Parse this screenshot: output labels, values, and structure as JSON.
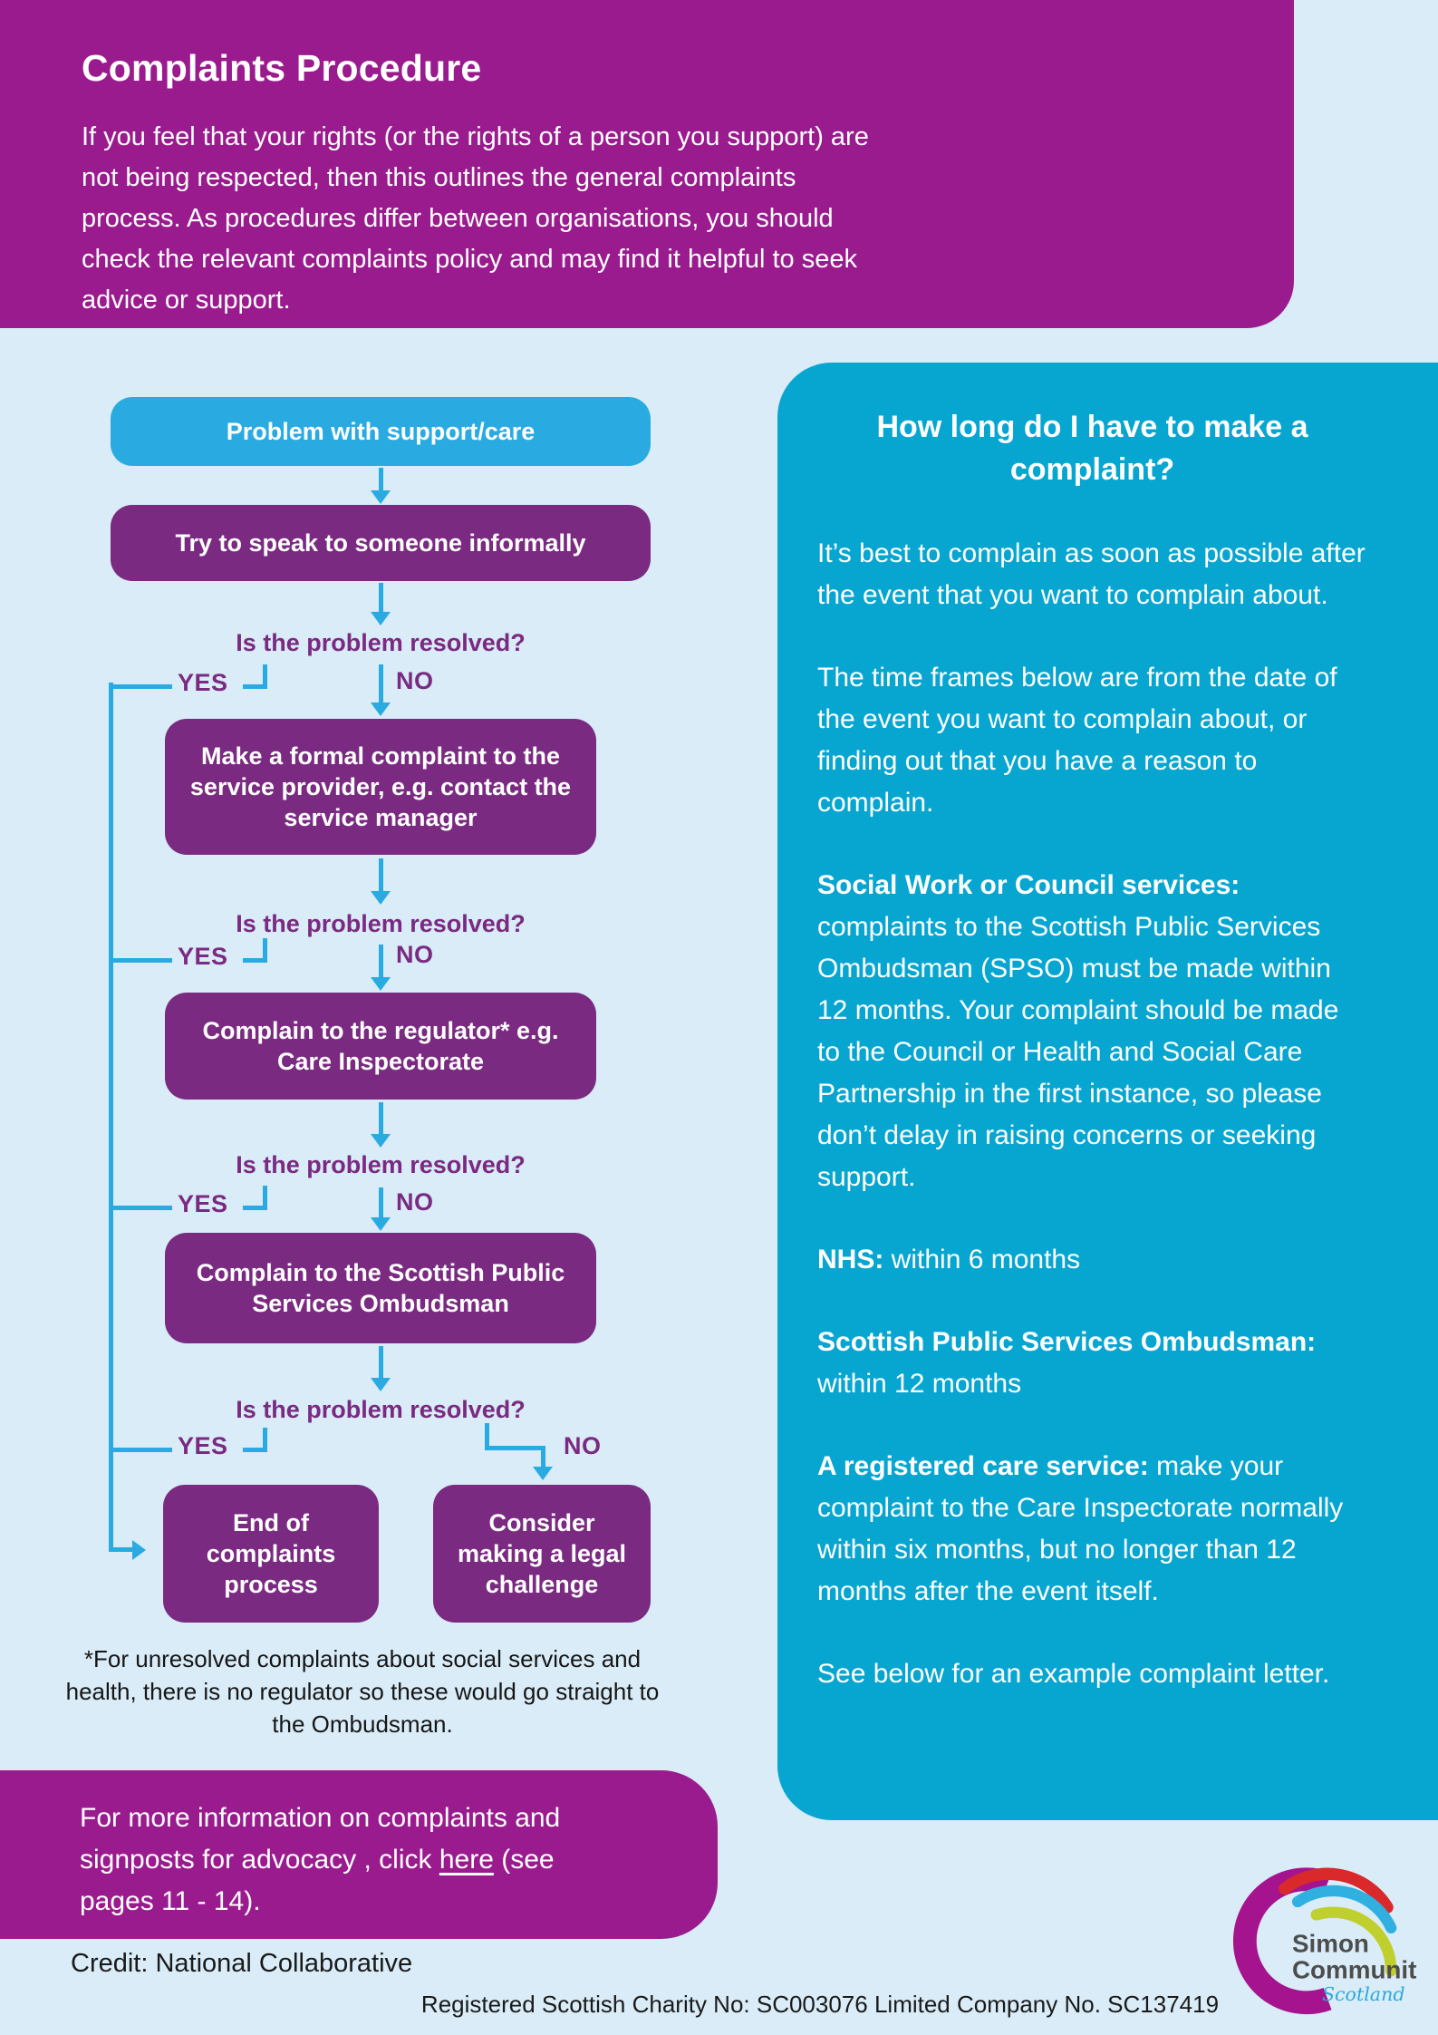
{
  "header": {
    "title": "Complaints Procedure",
    "intro": "If you feel that your rights (or the rights of a person you support) are not being respected, then this outlines the general complaints process. As procedures differ between organisations, you should check the relevant complaints policy and may find it helpful to seek advice or support."
  },
  "flowchart": {
    "question": "Is the problem resolved?",
    "yes": "YES",
    "no": "NO",
    "boxes": {
      "problem": "Problem with support/care",
      "informal": "Try to speak to someone informally",
      "formal": "Make a formal complaint to the service provider, e.g. contact the service manager",
      "regulator": "Complain to the regulator* e.g. Care Inspectorate",
      "ombudsman": "Complain to the Scottish Public Services Ombudsman",
      "end": "End of complaints process",
      "legal": "Consider making a legal challenge"
    },
    "footnote": "*For unresolved complaints about social services and health, there is no regulator so these would go straight to the Ombudsman."
  },
  "panel": {
    "title": "How long do I have to make a complaint?",
    "paragraphs": [
      {
        "bold": "",
        "text": "It’s best to complain as soon as possible after the event that you want to complain about."
      },
      {
        "bold": "",
        "text": "The time frames below are from the date of the event you want to complain about, or finding out that you have a reason to complain."
      },
      {
        "bold": "Social Work or Council services:",
        "text": " complaints to the Scottish Public Services Ombudsman (SPSO) must be made within 12 months. Your complaint should be made to the Council or Health and Social Care Partnership in the first instance, so please don’t delay in raising concerns or seeking support."
      },
      {
        "bold": "NHS:",
        "text": " within 6 months"
      },
      {
        "bold": "Scottish Public Services Ombudsman:",
        "text": " within 12 months"
      },
      {
        "bold": "A registered care service:",
        "text": " make your complaint to the Care Inspectorate normally within six months, but no longer than 12 months after the event itself."
      },
      {
        "bold": "",
        "text": "See below for an example complaint letter."
      }
    ]
  },
  "info_box": {
    "line1": "For more information on complaints and",
    "line2_before": "signposts for advocacy , click ",
    "link": "here",
    "line2_after": " (see",
    "line3": "pages 11 - 14)."
  },
  "credit": "Credit: National Collaborative",
  "footer": "Registered Scottish Charity No: SC003076 Limited Company No. SC137419",
  "logo": {
    "line1": "Simon",
    "line2": "Community",
    "line3": "Scotland"
  },
  "colors": {
    "page_background": "#d9ecf8",
    "header_magenta": "#9a1b8e",
    "flow_blue": "#29abe2",
    "flow_purple": "#7a2a81",
    "panel_cyan": "#07a6d1",
    "logo_magenta": "#a5138e",
    "logo_red": "#d9292b",
    "logo_cyan": "#2fb0e0",
    "logo_green": "#bfcf2c"
  }
}
